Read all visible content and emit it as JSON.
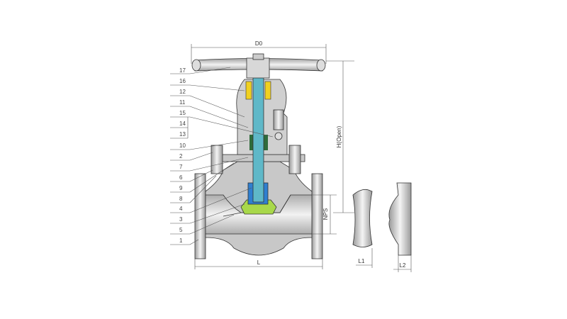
{
  "diagram": {
    "title": "Globe valve cross-section",
    "part_labels": [
      "17",
      "16",
      "12",
      "11",
      "15",
      "14",
      "13",
      "10",
      "2",
      "7",
      "6",
      "9",
      "8",
      "4",
      "3",
      "5",
      "1"
    ],
    "dimensions": {
      "d0": "D0",
      "h_open": "H(Open)",
      "nps": "NPS",
      "l": "L",
      "l1": "L1",
      "l2": "L2"
    },
    "colors": {
      "stem": "#5fb8c8",
      "disc": "#2f7fd0",
      "seat": "#a8d84a",
      "packing": "#2e6b3a",
      "bushing": "#f0d020",
      "body": "#c8c8c8"
    }
  }
}
